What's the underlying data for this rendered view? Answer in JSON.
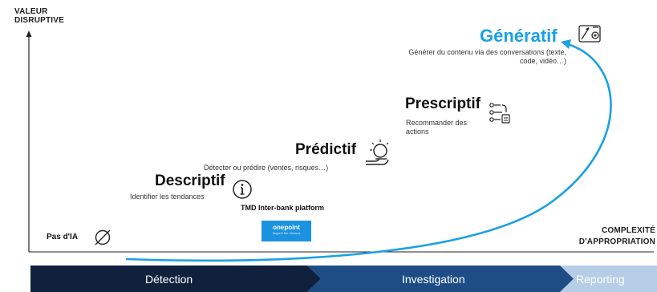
{
  "axes": {
    "y_label_line1": "VALEUR",
    "y_label_line2": "DISRUPTIVE",
    "x_label_line1": "COMPLEXITÉ",
    "x_label_line2": "D'APPROPRIATION"
  },
  "stages": {
    "pas_ia": {
      "label": "Pas d'IA",
      "icon": "empty-set-icon"
    },
    "descriptif": {
      "title": "Descriptif",
      "description": "Identifier les tendances",
      "icon": "info-icon"
    },
    "predictif": {
      "title": "Prédictif",
      "description": "Détecter ou prédire (ventes, risques…)",
      "icon": "crystal-ball-icon"
    },
    "prescriptif": {
      "title": "Prescriptif",
      "description": "Recommander des actions",
      "icon": "flow-document-icon"
    },
    "generatif": {
      "title": "Génératif",
      "description": "Générer du contenu via des conversations (texte, code, vidéo…)",
      "icon": "creative-tools-icon"
    }
  },
  "marker": {
    "caption": "TMD Inter-bank platform",
    "logo_name": "onepoint",
    "logo_tagline": "beyond the obvious"
  },
  "phases": [
    {
      "label": "Détection"
    },
    {
      "label": "Investigation"
    },
    {
      "label": "Reporting"
    }
  ],
  "colors": {
    "accent": "#1aa0e6",
    "phase_dark": "#10213d",
    "phase_mid": "#1e4d86",
    "phase_light": "#b5cde6"
  }
}
